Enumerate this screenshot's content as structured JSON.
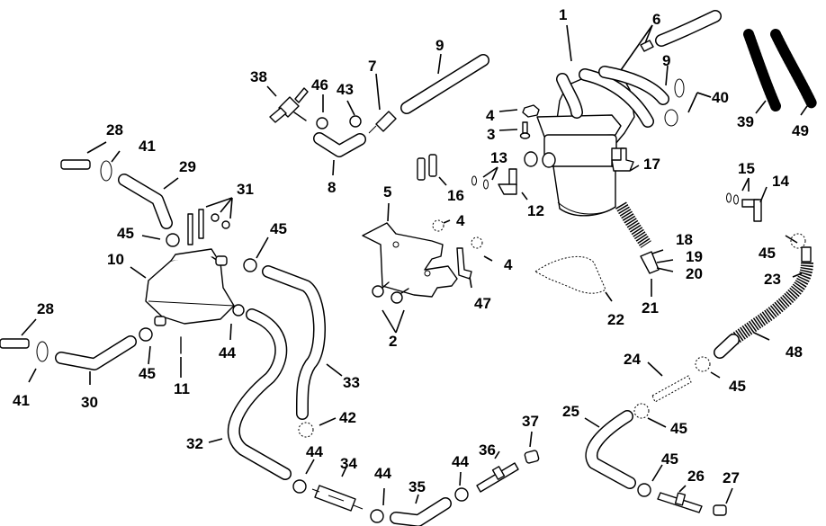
{
  "diagram": {
    "type": "exploded-parts-diagram",
    "subject": "fuel system components",
    "colors": {
      "line": "#000000",
      "background": "#ffffff"
    },
    "callouts": [
      {
        "id": "c1",
        "label": "1"
      },
      {
        "id": "c2",
        "label": "2"
      },
      {
        "id": "c3",
        "label": "3"
      },
      {
        "id": "c4a",
        "label": "4"
      },
      {
        "id": "c4b",
        "label": "4"
      },
      {
        "id": "c4c",
        "label": "4"
      },
      {
        "id": "c5",
        "label": "5"
      },
      {
        "id": "c6",
        "label": "6"
      },
      {
        "id": "c7",
        "label": "7"
      },
      {
        "id": "c8",
        "label": "8"
      },
      {
        "id": "c9a",
        "label": "9"
      },
      {
        "id": "c9b",
        "label": "9"
      },
      {
        "id": "c10",
        "label": "10"
      },
      {
        "id": "c11",
        "label": "11"
      },
      {
        "id": "c12",
        "label": "12"
      },
      {
        "id": "c13",
        "label": "13"
      },
      {
        "id": "c14",
        "label": "14"
      },
      {
        "id": "c15",
        "label": "15"
      },
      {
        "id": "c16",
        "label": "16"
      },
      {
        "id": "c17",
        "label": "17"
      },
      {
        "id": "c18",
        "label": "18"
      },
      {
        "id": "c19",
        "label": "19"
      },
      {
        "id": "c20",
        "label": "20"
      },
      {
        "id": "c21",
        "label": "21"
      },
      {
        "id": "c22",
        "label": "22"
      },
      {
        "id": "c23",
        "label": "23"
      },
      {
        "id": "c24",
        "label": "24"
      },
      {
        "id": "c25",
        "label": "25"
      },
      {
        "id": "c26",
        "label": "26"
      },
      {
        "id": "c27",
        "label": "27"
      },
      {
        "id": "c28a",
        "label": "28"
      },
      {
        "id": "c28b",
        "label": "28"
      },
      {
        "id": "c29",
        "label": "29"
      },
      {
        "id": "c30",
        "label": "30"
      },
      {
        "id": "c31",
        "label": "31"
      },
      {
        "id": "c32",
        "label": "32"
      },
      {
        "id": "c33",
        "label": "33"
      },
      {
        "id": "c34",
        "label": "34"
      },
      {
        "id": "c35",
        "label": "35"
      },
      {
        "id": "c36",
        "label": "36"
      },
      {
        "id": "c37",
        "label": "37"
      },
      {
        "id": "c38",
        "label": "38"
      },
      {
        "id": "c39",
        "label": "39"
      },
      {
        "id": "c40",
        "label": "40"
      },
      {
        "id": "c41a",
        "label": "41"
      },
      {
        "id": "c41b",
        "label": "41"
      },
      {
        "id": "c42",
        "label": "42"
      },
      {
        "id": "c43",
        "label": "43"
      },
      {
        "id": "c44a",
        "label": "44"
      },
      {
        "id": "c44b",
        "label": "44"
      },
      {
        "id": "c44c",
        "label": "44"
      },
      {
        "id": "c44d",
        "label": "44"
      },
      {
        "id": "c45a",
        "label": "45"
      },
      {
        "id": "c45b",
        "label": "45"
      },
      {
        "id": "c45c",
        "label": "45"
      },
      {
        "id": "c45d",
        "label": "45"
      },
      {
        "id": "c45e",
        "label": "45"
      },
      {
        "id": "c45f",
        "label": "45"
      },
      {
        "id": "c45g",
        "label": "45"
      },
      {
        "id": "c46",
        "label": "46"
      },
      {
        "id": "c47",
        "label": "47"
      },
      {
        "id": "c48",
        "label": "48"
      },
      {
        "id": "c49",
        "label": "49"
      }
    ]
  }
}
